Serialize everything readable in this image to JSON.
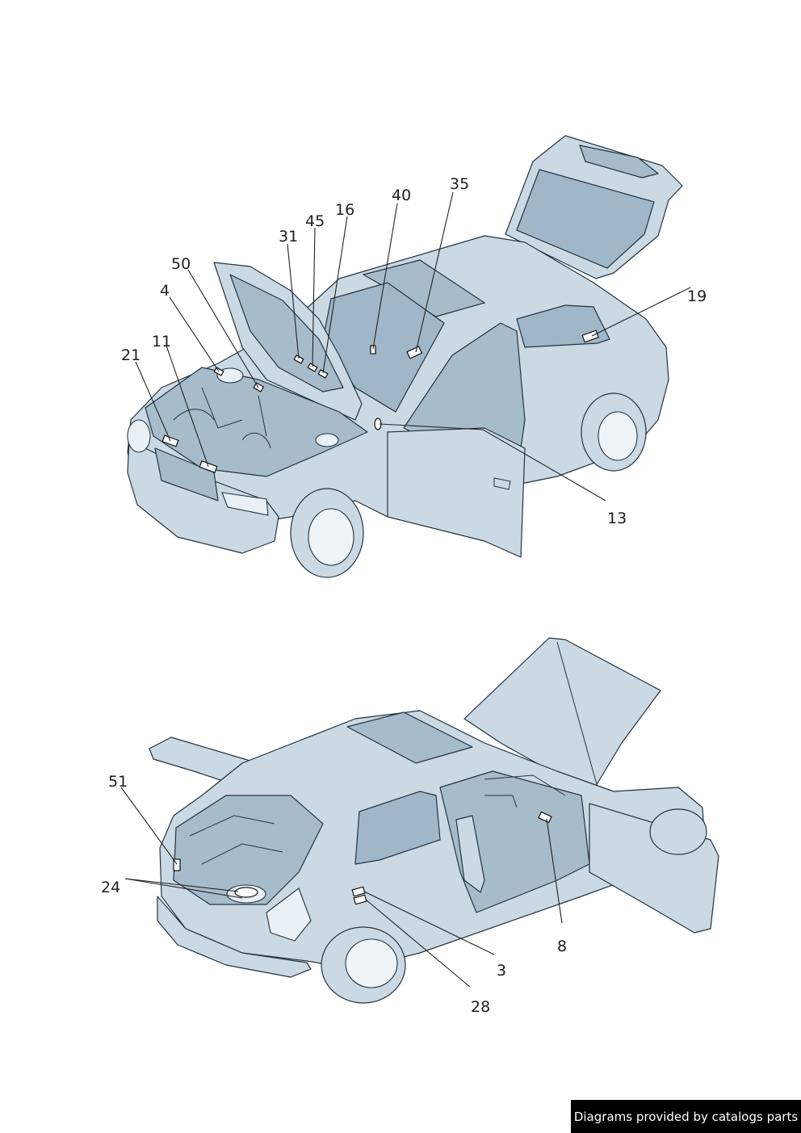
{
  "diagram": {
    "top_view_callouts": [
      "13",
      "19",
      "35",
      "40",
      "16",
      "45",
      "31",
      "50",
      "4",
      "11",
      "21"
    ],
    "bottom_view_callouts": [
      "51",
      "24",
      "3",
      "28",
      "8"
    ]
  },
  "callouts": {
    "c13": "13",
    "c19": "19",
    "c35": "35",
    "c40": "40",
    "c16": "16",
    "c45": "45",
    "c31": "31",
    "c50": "50",
    "c4": "4",
    "c11": "11",
    "c21": "21",
    "c51": "51",
    "c24": "24",
    "c3": "3",
    "c28": "28",
    "c8": "8"
  },
  "credit": {
    "text": "Diagrams provided by catalogs parts"
  },
  "colors": {
    "body": "#cbd9e4",
    "body_dark": "#a6bccb",
    "glass": "#9fb7c8",
    "outline": "#23343f",
    "banner_bg": "#000000",
    "banner_text": "#ffffff"
  }
}
